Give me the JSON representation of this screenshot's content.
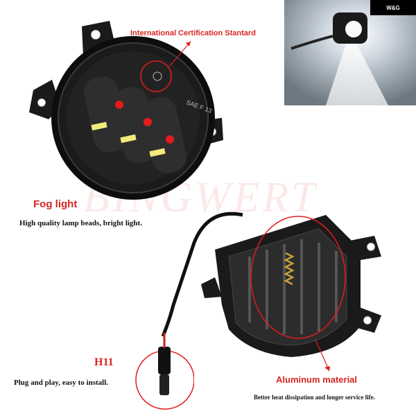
{
  "annotations": {
    "certification": "International Certification Stantard",
    "fog_title": "Fog light",
    "fog_desc": "High quality lamp beads, bright light.",
    "h11_title": "H11",
    "h11_desc": "Plug and play, easy to install.",
    "aluminum_title": "Aluminum material",
    "aluminum_desc": "Better heat dissipation and longer service life."
  },
  "brand": {
    "badge": "W&G",
    "watermark": "BINGWERT"
  },
  "lamp_markings": {
    "code": "SAE F 13"
  },
  "colors": {
    "accent_red": "#d7261e"
  }
}
